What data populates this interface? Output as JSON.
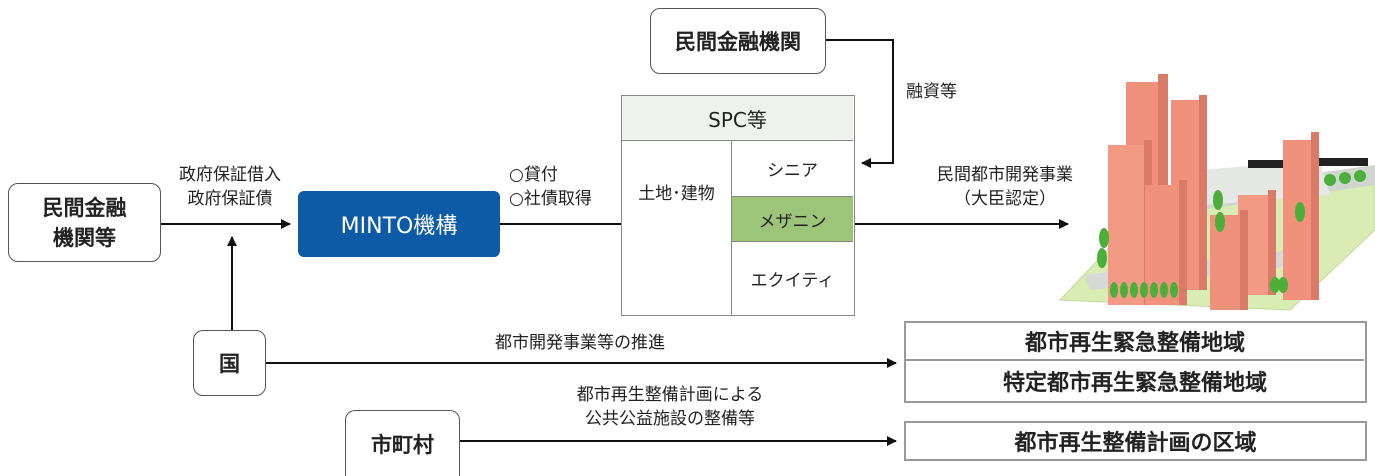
{
  "entities": {
    "lender_top": "民間金融機関",
    "lender_left_line1": "民間金融",
    "lender_left_line2": "機関等",
    "minto": "MINTO機構",
    "kuni": "国",
    "municipality": "市町村"
  },
  "spc": {
    "title": "SPC等",
    "assets": "土地･建物",
    "senior": "シニア",
    "mezzanine": "メザニン",
    "equity": "エクイティ"
  },
  "flows": {
    "gov_guarantee_1": "政府保証借入",
    "gov_guarantee_2": "政府保証債",
    "loan": "○貸付",
    "bond": "○社債取得",
    "financing": "融資等",
    "project_1": "民間都市開発事業",
    "project_2": "（大臣認定）",
    "promotion": "都市開発事業等の推進",
    "plan_1": "都市再生整備計画による",
    "plan_2": "公共公益施設の整備等"
  },
  "zones": {
    "urgent": "都市再生緊急整備地域",
    "special": "特定都市再生緊急整備地域",
    "plan_area": "都市再生整備計画の区域"
  },
  "colors": {
    "minto_bg": "#0d5aa7",
    "mezzanine_bg": "#9cc57a",
    "spc_header_bg": "#eef1ec",
    "building": "#f0917c",
    "ground": "#d9ecb4",
    "tree": "#4caf3a"
  }
}
